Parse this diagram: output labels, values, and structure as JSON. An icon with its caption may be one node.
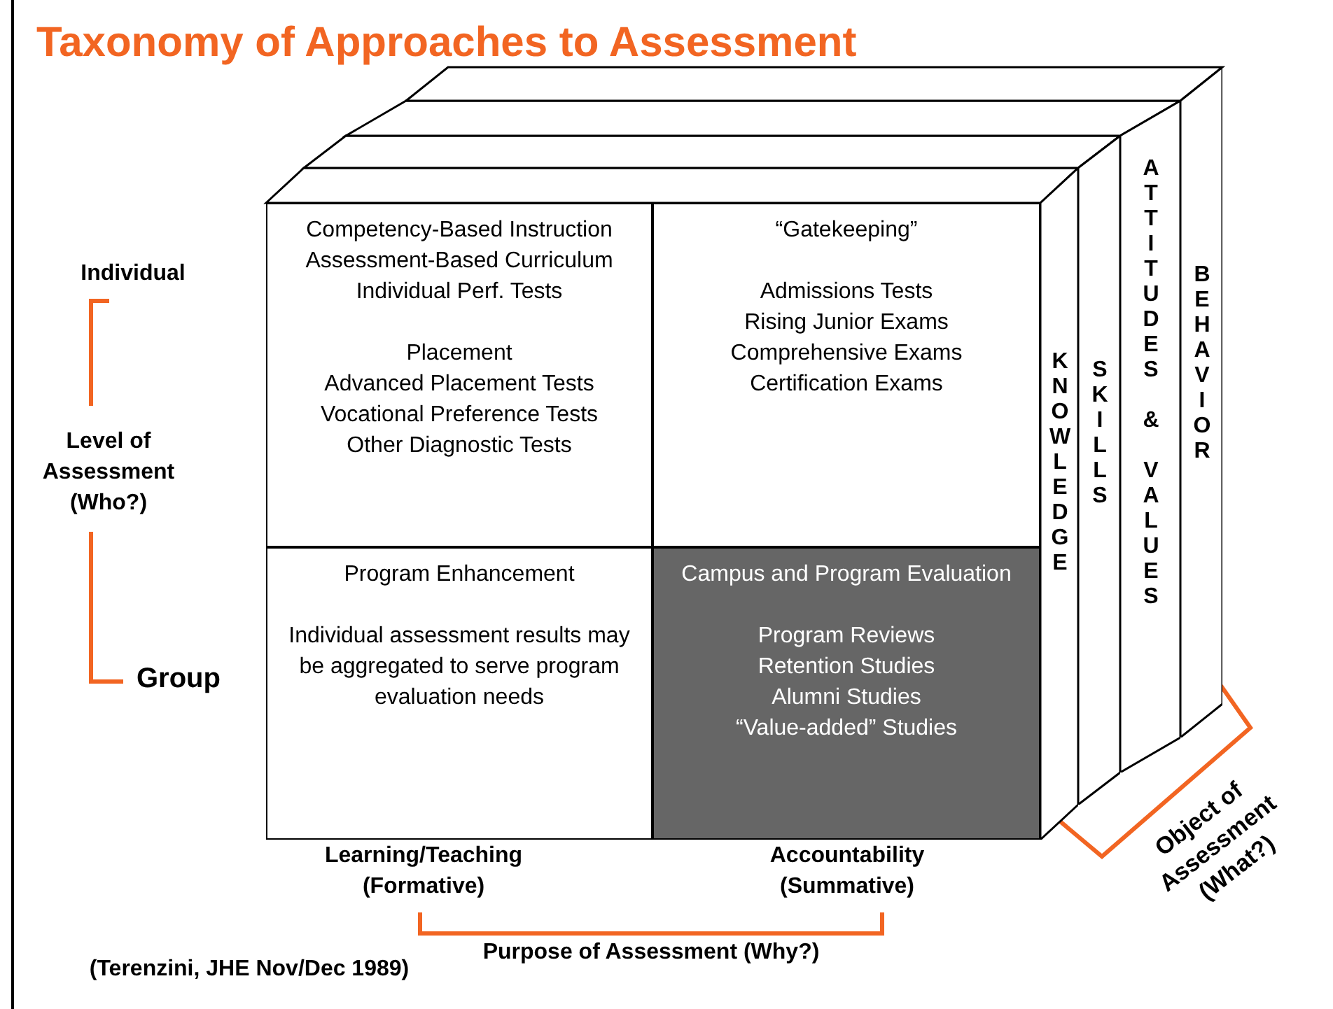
{
  "diagram": {
    "title": "Taxonomy of Approaches to Assessment",
    "nodes": [
      {
        "text": [
          "Competency-Based Instruction",
          "Assessment-Based Curriculum",
          "Individual Perf. Tests",
          "Placement",
          "Advanced Placement Tests",
          "Vocational Preference Tests",
          "Other Diagnostic Tests"
        ]
      },
      {
        "text": [
          "“Gatekeeping”",
          "Admissions Tests",
          "Rising Junior Exams",
          "Comprehensive Exams",
          "Certification Exams"
        ]
      },
      {
        "text": [
          "Program Enhancement",
          "Individual assessment results may be aggregated to serve program evaluation needs"
        ]
      },
      {
        "text": [
          "Campus and Program Evaluation",
          "Program Reviews",
          "Retention Studies",
          "Alumni Studies",
          "“Value-added” Studies"
        ]
      },
      {
        "text": [
          "KNOWLEDGE"
        ]
      },
      {
        "text": [
          "SKILLS"
        ]
      },
      {
        "text": [
          "ATTITUDES & VALUES"
        ]
      },
      {
        "text": [
          "BEHAVIOR"
        ]
      }
    ],
    "labels": [
      "Individual",
      "Level of Assessment (Who?)",
      "Group",
      "Learning/Teaching (Formative)",
      "Accountability (Summative)",
      "Purpose of Assessment (Why?)",
      "Object of Assessment (What?)",
      "(Terenzini, JHE Nov/Dec 1989)"
    ]
  }
}
